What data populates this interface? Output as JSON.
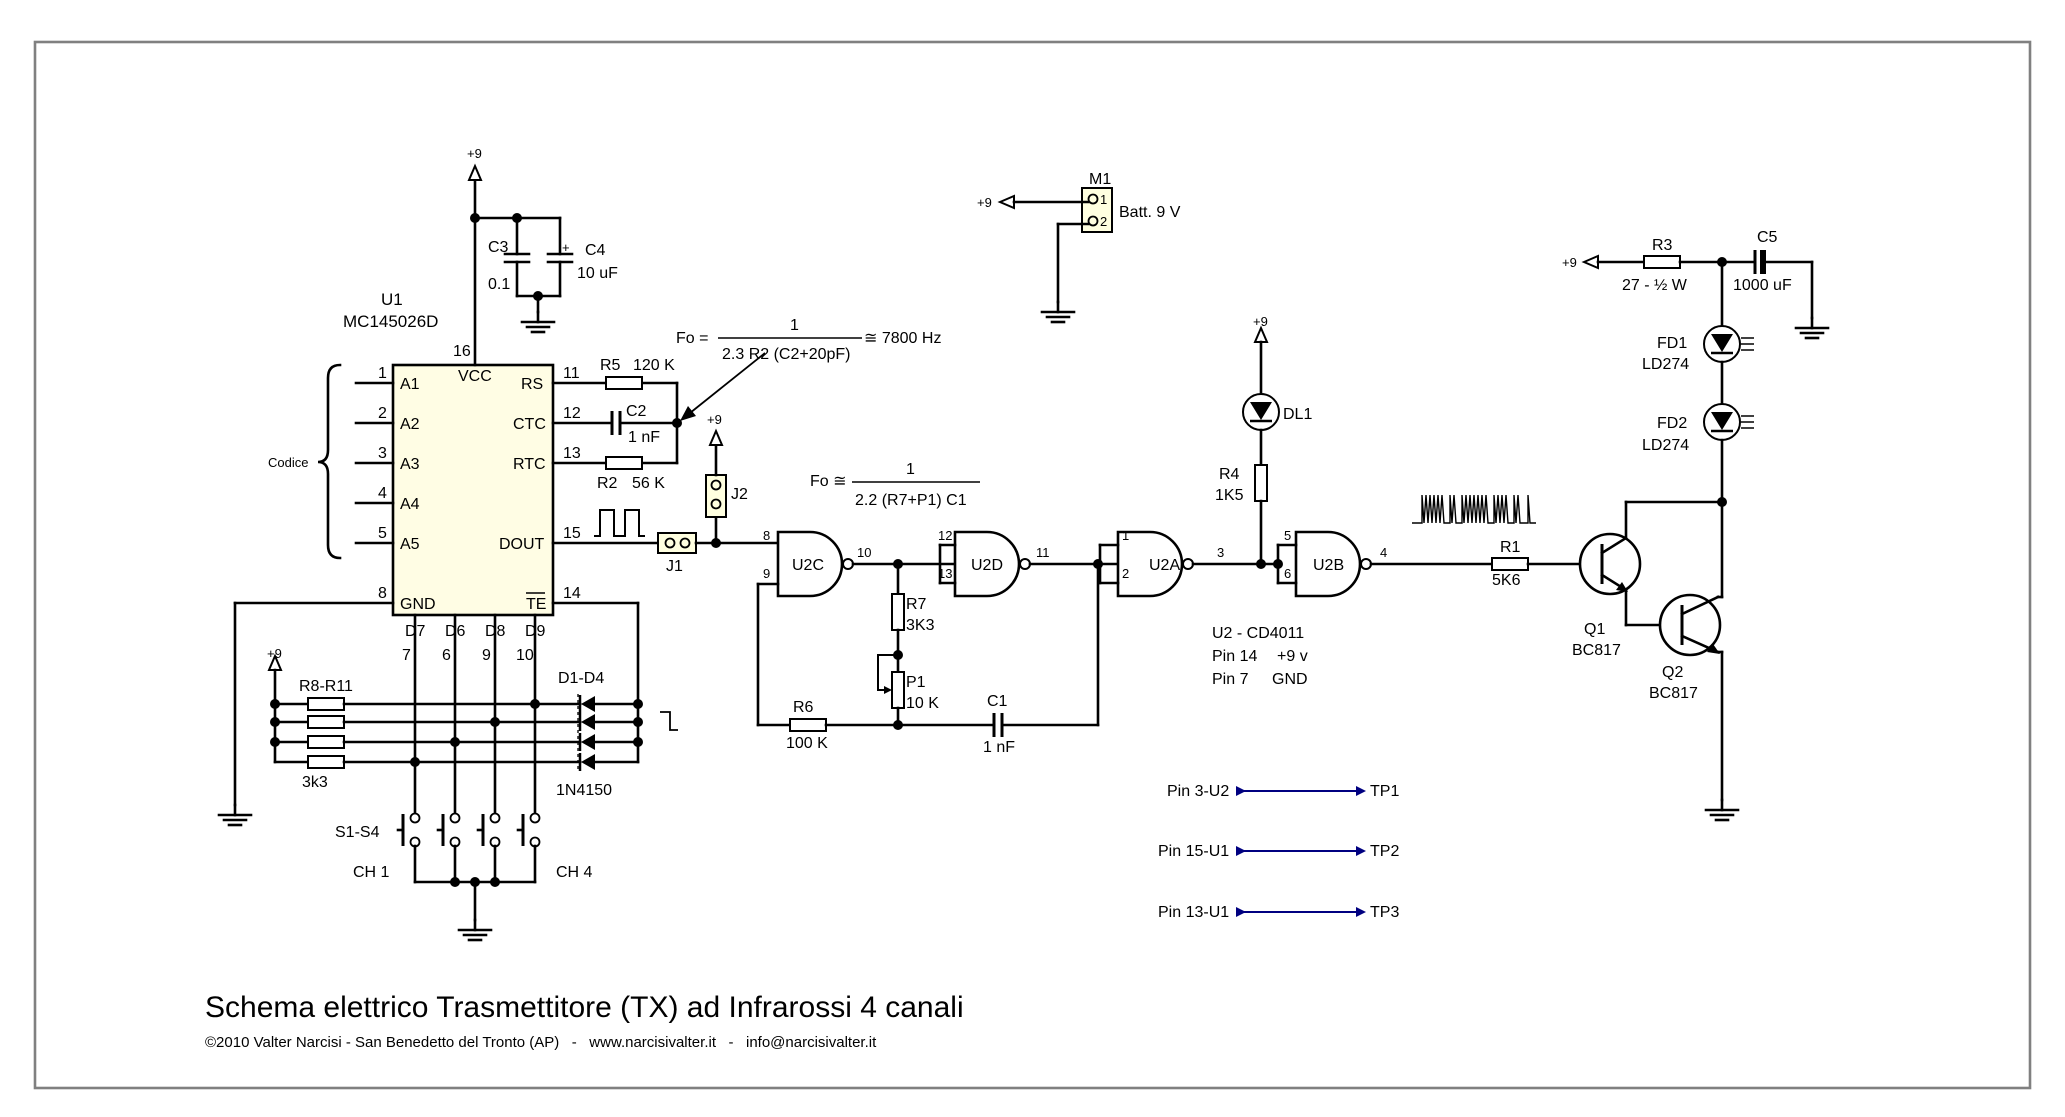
{
  "title": "Schema elettrico Trasmettitore (TX) ad Infrarossi 4 canali",
  "copyright": "©2010 Valter Narcisi - San Benedetto del Tronto (AP)   -   www.narcisivalter.it   -   info@narcisivalter.it",
  "u1": {
    "ref": "U1",
    "part": "MC145026D",
    "pins_left": [
      {
        "num": "1",
        "name": "A1"
      },
      {
        "num": "2",
        "name": "A2"
      },
      {
        "num": "3",
        "name": "A3"
      },
      {
        "num": "4",
        "name": "A4"
      },
      {
        "num": "5",
        "name": "A5"
      }
    ],
    "pin_gnd_num": "8",
    "pin_gnd_name": "GND",
    "pin_vcc_num": "16",
    "pin_vcc_name": "VCC",
    "pins_right": [
      {
        "num": "11",
        "name": "RS"
      },
      {
        "num": "12",
        "name": "CTC"
      },
      {
        "num": "13",
        "name": "RTC"
      },
      {
        "num": "15",
        "name": "DOUT"
      },
      {
        "num": "14",
        "name": "TE"
      }
    ],
    "pins_bottom": [
      {
        "num": "7",
        "name": "D7"
      },
      {
        "num": "6",
        "name": "D6"
      },
      {
        "num": "9",
        "name": "D8"
      },
      {
        "num": "10",
        "name": "D9"
      }
    ]
  },
  "codice_label": "Codice",
  "supply": "+9",
  "c3": {
    "ref": "C3",
    "value": "0.1"
  },
  "c4": {
    "ref": "C4",
    "value": "10 uF",
    "polarity": "+"
  },
  "r5": {
    "ref": "R5",
    "value": "120 K"
  },
  "c2": {
    "ref": "C2",
    "value": "1 nF"
  },
  "r2": {
    "ref": "R2",
    "value": "56 K"
  },
  "formula1": {
    "lhs": "Fo =",
    "num": "1",
    "den": "2.3 R2 (C2+20pF)",
    "result": "≅ 7800 Hz"
  },
  "formula2": {
    "lhs": "Fo ≅",
    "num": "1",
    "den": "2.2 (R7+P1) C1"
  },
  "j1": "J1",
  "j2": "J2",
  "m1": {
    "ref": "M1",
    "label": "Batt. 9 V",
    "pin1": "1",
    "pin2": "2"
  },
  "u2c": {
    "ref": "U2C",
    "in1": "8",
    "in2": "9",
    "out": "10"
  },
  "u2d": {
    "ref": "U2D",
    "in1": "12",
    "in2": "13",
    "out": "11"
  },
  "u2a": {
    "ref": "U2A",
    "in1": "1",
    "in2": "2",
    "out": "3"
  },
  "u2b": {
    "ref": "U2B",
    "in1": "5",
    "in2": "6",
    "out": "4"
  },
  "r7": {
    "ref": "R7",
    "value": "3K3"
  },
  "p1": {
    "ref": "P1",
    "value": "10 K"
  },
  "r6": {
    "ref": "R6",
    "value": "100 K"
  },
  "c1": {
    "ref": "C1",
    "value": "1 nF"
  },
  "dl1": "DL1",
  "r4": {
    "ref": "R4",
    "value": "1K5"
  },
  "u2_info": {
    "line1": "U2 - CD4011",
    "pin14": "Pin 14",
    "v9": "+9 v",
    "pin7": "Pin 7",
    "gnd": "GND"
  },
  "r1": {
    "ref": "R1",
    "value": "5K6"
  },
  "r3": {
    "ref": "R3",
    "value": "27 - ½ W"
  },
  "c5": {
    "ref": "C5",
    "value": "1000 uF"
  },
  "fd1": {
    "ref": "FD1",
    "part": "LD274"
  },
  "fd2": {
    "ref": "FD2",
    "part": "LD274"
  },
  "q1": {
    "ref": "Q1",
    "part": "BC817"
  },
  "q2": {
    "ref": "Q2",
    "part": "BC817"
  },
  "r8r11": {
    "ref": "R8-R11",
    "value": "3k3"
  },
  "d1d4": {
    "ref": "D1-D4",
    "part": "1N4150"
  },
  "switches": {
    "ref": "S1-S4",
    "ch_first": "CH 1",
    "ch_last": "CH 4"
  },
  "testpoints": [
    {
      "from": "Pin 3-U2",
      "to": "TP1"
    },
    {
      "from": "Pin 15-U1",
      "to": "TP2"
    },
    {
      "from": "Pin 13-U1",
      "to": "TP3"
    }
  ],
  "colors": {
    "line": "#000000",
    "frame": "#808080",
    "arrow": "#000080",
    "connector": "#ffffe0"
  }
}
